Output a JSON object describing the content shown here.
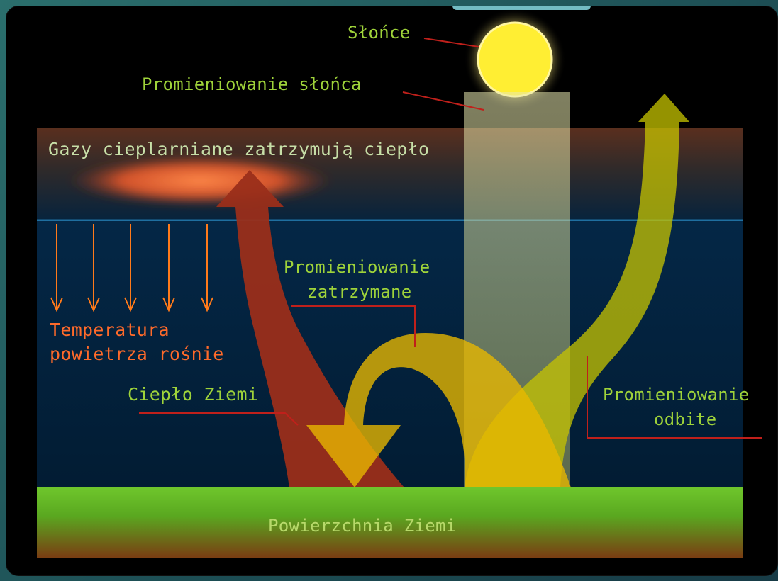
{
  "diagram": {
    "labels": {
      "sun": "Słońce",
      "solar_radiation": "Promieniowanie słońca",
      "greenhouse_gases": "Gazy cieplarniane zatrzymują ciepło",
      "retained_radiation_line1": "Promieniowanie",
      "retained_radiation_line2": "zatrzymane",
      "air_temperature_line1": "Temperatura",
      "air_temperature_line2": "powietrza rośnie",
      "earth_heat": "Ciepło Ziemi",
      "reflected_radiation_line1": "Promieniowanie",
      "reflected_radiation_line2": "odbite",
      "earth_surface": "Powierzchnia Ziemi"
    },
    "colors": {
      "label_green": "#9fd33a",
      "label_orange": "#ff6a2a",
      "leader_line": "#c0201b",
      "sun": "#ffe84a",
      "heat_arrow": "#9e2f1a",
      "reflected_arrow": "#b7b800",
      "retained_arrow": "#e4b300"
    }
  }
}
